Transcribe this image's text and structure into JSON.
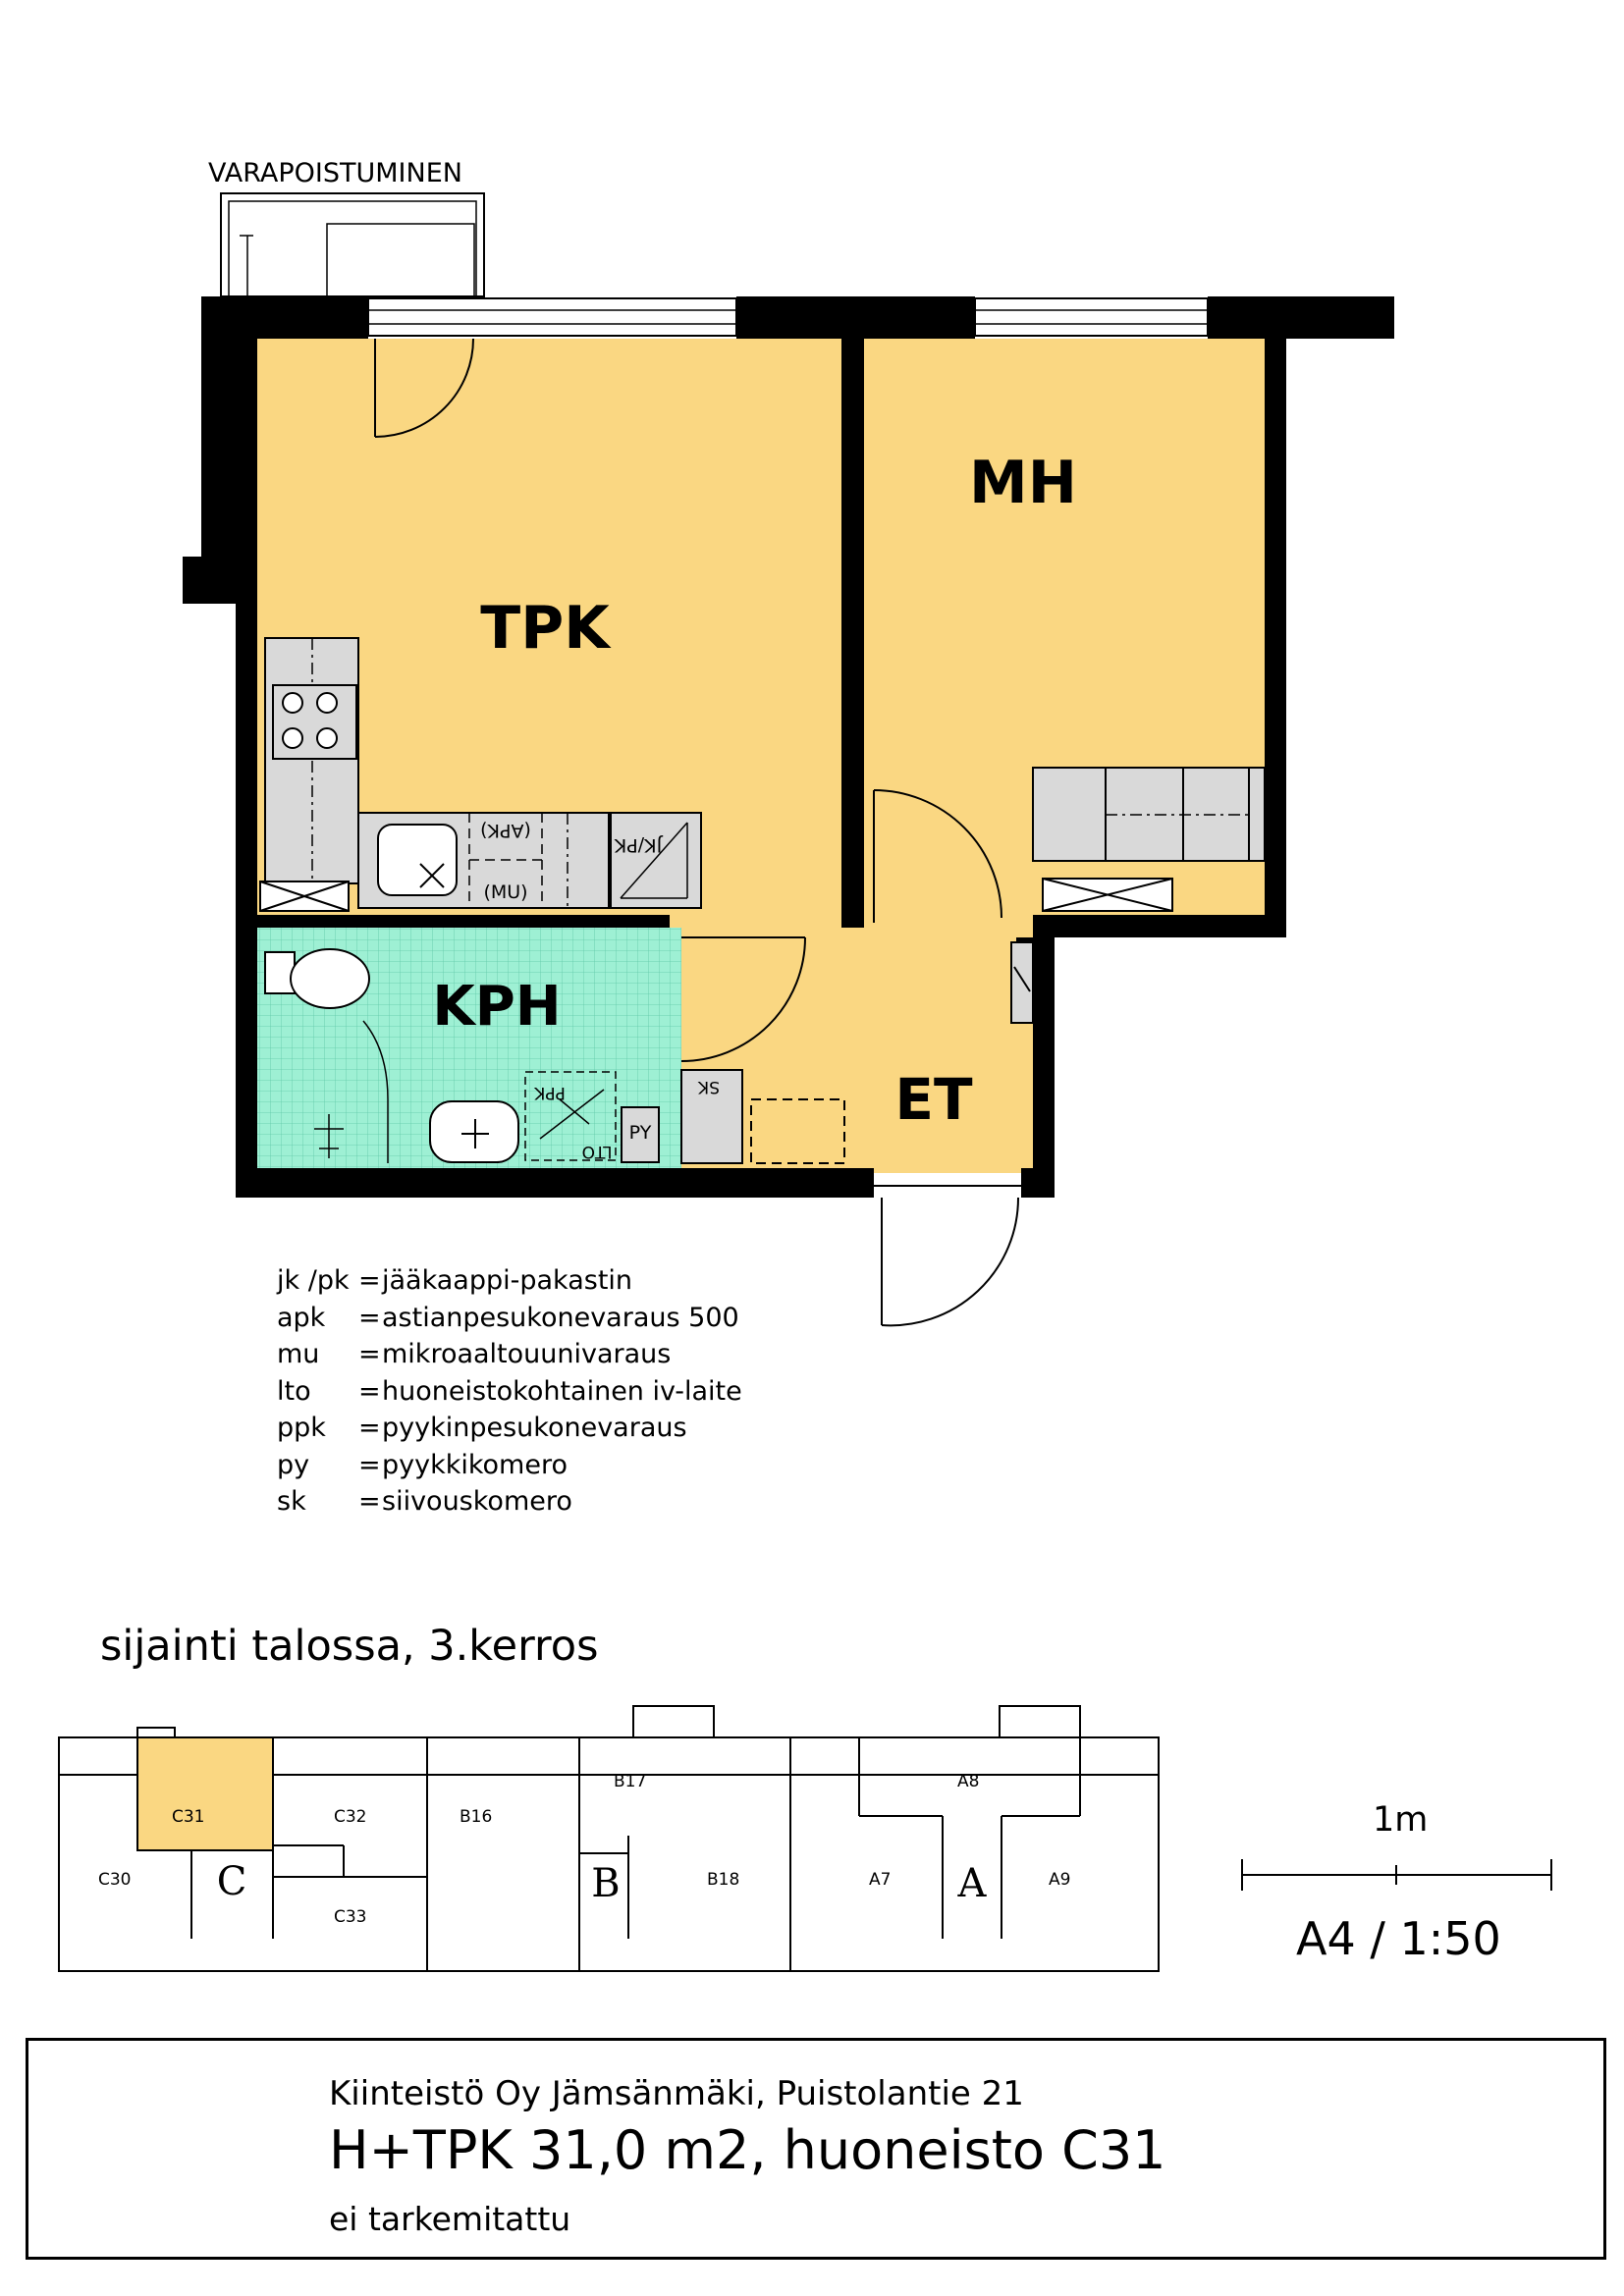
{
  "plan": {
    "emergency_exit": "VARAPOISTUMINEN",
    "rooms": {
      "tpk": "TPK",
      "mh": "MH",
      "kph": "KPH",
      "et": "ET"
    },
    "fixtures": {
      "jkpk": "JK/PK",
      "apk": "(APK)",
      "mu": "(MU)",
      "ppk": "PPK",
      "lto": "LTO",
      "py": "PY",
      "sk": "SK"
    }
  },
  "legend": [
    {
      "abbr": "jk /pk",
      "eq": "=",
      "desc": "jääkaappi-pakastin"
    },
    {
      "abbr": "apk",
      "eq": "=",
      "desc": "astianpesukonevaraus 500"
    },
    {
      "abbr": "mu",
      "eq": "=",
      "desc": "mikroaaltouunivaraus"
    },
    {
      "abbr": "lto",
      "eq": "=",
      "desc": "huoneistokohtainen iv-laite"
    },
    {
      "abbr": "ppk",
      "eq": "=",
      "desc": "pyykinpesukonevaraus"
    },
    {
      "abbr": "py",
      "eq": "=",
      "desc": "pyykkikomero"
    },
    {
      "abbr": "sk",
      "eq": "=",
      "desc": "siivouskomero"
    }
  ],
  "location": {
    "title": "sijainti talossa, 3.kerros",
    "units": {
      "c31": "C31",
      "c32": "C32",
      "c30": "C30",
      "c33": "C33",
      "b16": "B16",
      "b17": "B17",
      "b18": "B18",
      "a8": "A8",
      "a7": "A7",
      "a9": "A9"
    },
    "stairs": {
      "c": "C",
      "b": "B",
      "a": "A"
    }
  },
  "scale": {
    "unit": "1m",
    "ratio": "A4 / 1:50"
  },
  "title_block": {
    "property": "Kiinteistö Oy Jämsänmäki, Puistolantie 21",
    "apartment": "H+TPK 31,0 m2, huoneisto C31",
    "note": "ei tarkemitattu"
  },
  "colors": {
    "room_fill": "#fad782",
    "bath_fill": "#9ef0d4",
    "fixture_fill": "#d9d9d9",
    "wall": "#000000",
    "highlight_unit": "#fad782"
  }
}
